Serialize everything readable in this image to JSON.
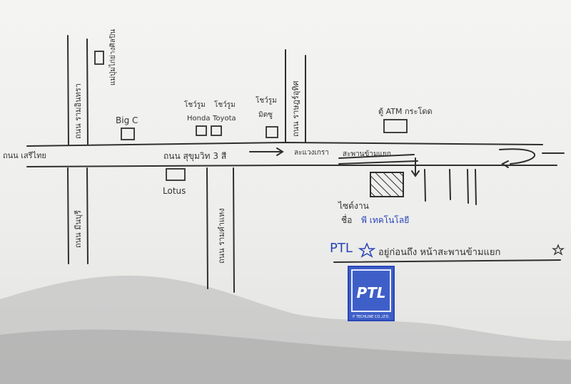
{
  "roads": {
    "main_road": "ถนน สุขุมวิท 3 สี",
    "left_end": "ถนน เสรีไทย",
    "upper_left_vertical": "ถนน รามอินทรา",
    "lower_left_vertical": "ถนน มีนบุรี",
    "lower_mid_vertical": "ถนน รามคำแหง",
    "upper_right_vertical": "ถนน ราษฎร์อุทิศ"
  },
  "landmarks": {
    "big_c": "Big C",
    "lotus": "Lotus",
    "honda_caption": "โชว์รูม",
    "honda_name": "Honda",
    "toyota_caption": "โชว์รูม",
    "toyota_name": "Toyota",
    "mitsu_caption": "โชว์รูม",
    "mitsu_name": "มิตซู",
    "top_left_building": "แม่ปุ่มไก่ย่างศิลปิน",
    "top_right_building": "ตู้ ATM กระโดด",
    "intersection": "สะพานข้ามแยก",
    "junction_note": "ละแวงเกรา"
  },
  "destination": {
    "line1": "ไซต์งาน",
    "line2_prefix": "ชื่อ",
    "line2_name": "พี เทคโนโลยี",
    "company": "PTL",
    "note": "อยู่ก่อนถึง หน้าสะพานข้ามแยก",
    "logo_text": "PTL",
    "logo_caption": "P TECHLINE CO.,LTD."
  },
  "colors": {
    "ink": "#333333",
    "blue_ink": "#2a45b8",
    "logo_blue": "#3f5fc8"
  }
}
